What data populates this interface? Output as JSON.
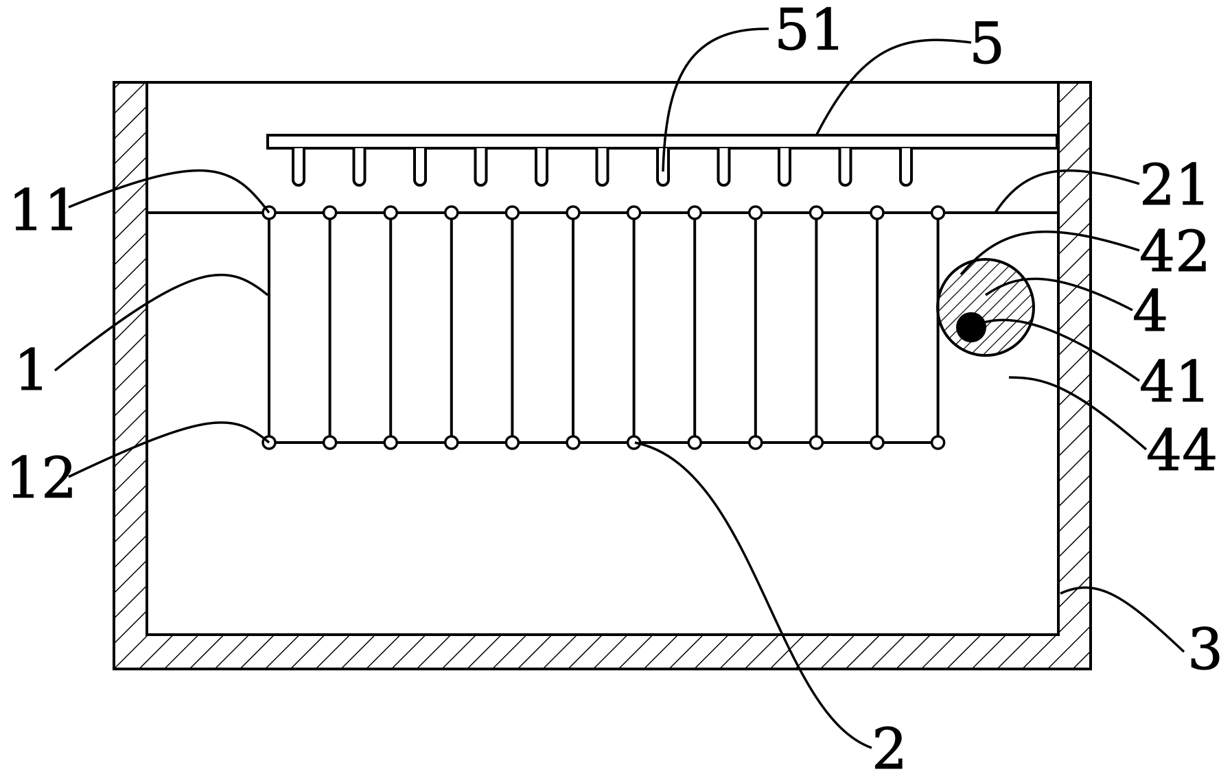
{
  "labels": {
    "l51": "51",
    "l5": "5",
    "l11": "11",
    "l21": "21",
    "l42": "42",
    "l1": "1",
    "l4": "4",
    "l41": "41",
    "l44": "44",
    "l12": "12",
    "l3": "3",
    "l2": "2"
  },
  "counts": {
    "nozzles": 11,
    "rods": 12
  },
  "colors": {
    "line": "#000000",
    "background": "#ffffff"
  }
}
